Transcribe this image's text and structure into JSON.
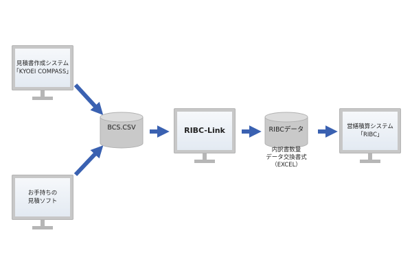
{
  "nodes": {
    "compass": {
      "lines": [
        "見積書作成システム",
        "「KYOEI COMPASS」"
      ]
    },
    "own_software": {
      "lines": [
        "お手持ちの",
        "見積ソフト"
      ]
    },
    "bcs_csv": {
      "label": "BCS.CSV"
    },
    "ribc_link": {
      "label": "RIBC-Link"
    },
    "ribc_data": {
      "label": "RIBCデータ",
      "caption": [
        "内訳書数量",
        "データ交換書式",
        "（EXCEL）"
      ]
    },
    "ribc_system": {
      "lines": [
        "営繕積算システム",
        "「RIBC」"
      ]
    }
  },
  "colors": {
    "arrow": "#3a61b1",
    "monitor_bezel": "#c7c7c7",
    "database": "#c9c9c9"
  }
}
